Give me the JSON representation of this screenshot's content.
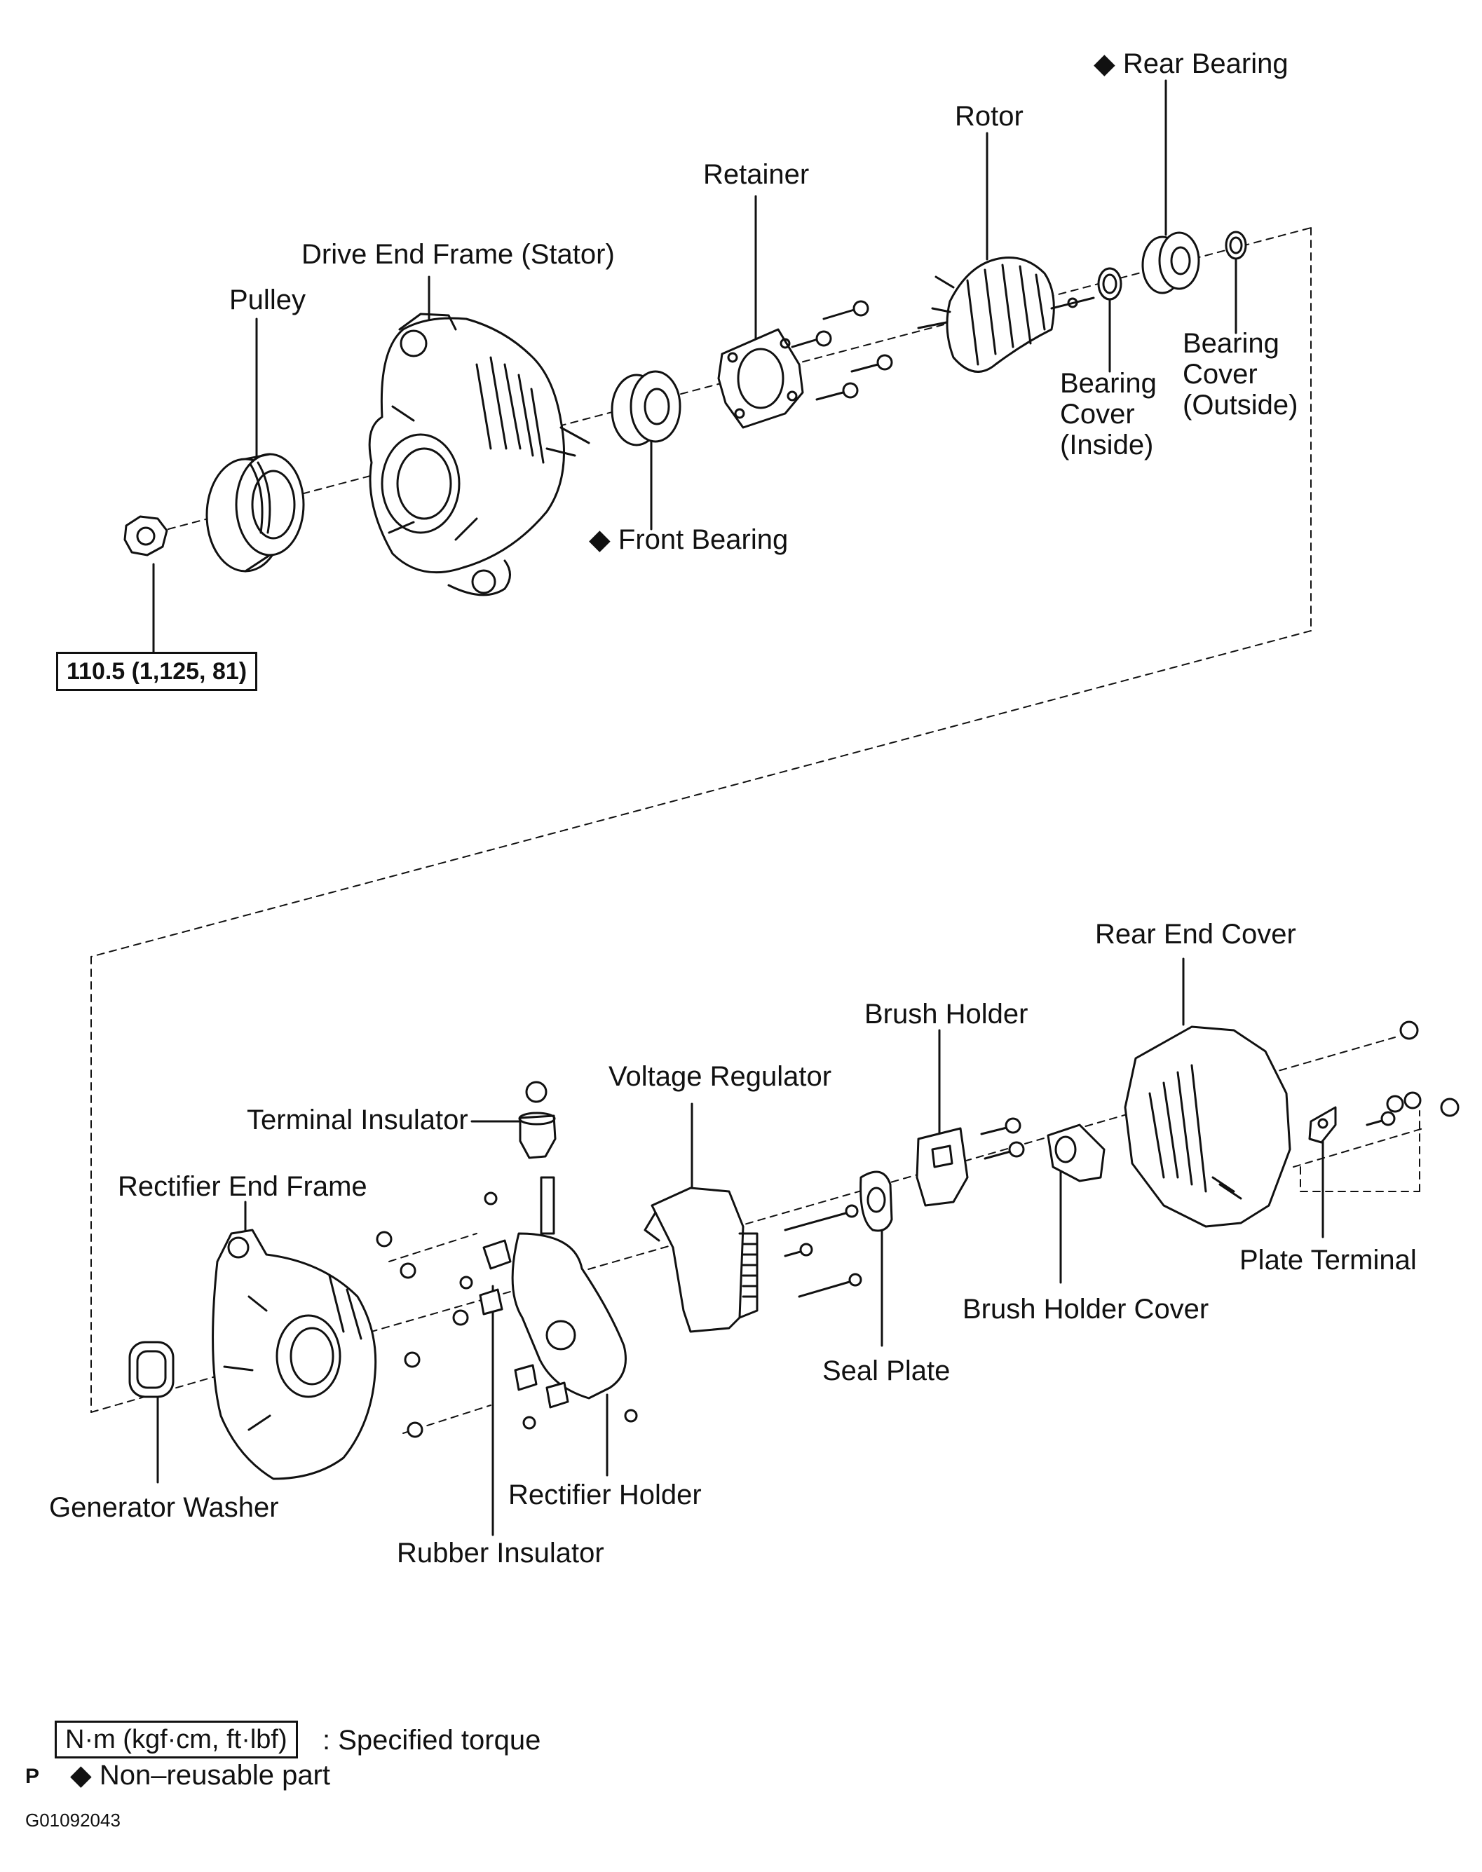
{
  "labels": {
    "rear_bearing": "Rear Bearing",
    "rotor": "Rotor",
    "retainer": "Retainer",
    "drive_end_frame": "Drive End Frame (Stator)",
    "pulley": "Pulley",
    "bearing_cover_outside": "Bearing\nCover\n(Outside)",
    "bearing_cover_inside": "Bearing\nCover\n(Inside)",
    "front_bearing": "Front Bearing",
    "pulley_nut_torque": "110.5 (1,125, 81)",
    "rear_end_cover": "Rear End Cover",
    "brush_holder": "Brush Holder",
    "voltage_regulator": "Voltage Regulator",
    "terminal_insulator": "Terminal Insulator",
    "rectifier_end_frame": "Rectifier End Frame",
    "plate_terminal": "Plate Terminal",
    "brush_holder_cover": "Brush Holder Cover",
    "seal_plate": "Seal Plate",
    "generator_washer": "Generator Washer",
    "rectifier_holder": "Rectifier Holder",
    "rubber_insulator": "Rubber Insulator"
  },
  "legend": {
    "torque_unit": "N·m (kgf·cm, ft·lbf)",
    "torque_desc": ": Specified torque",
    "marker_p": "P",
    "nonreusable": "Non–reusable part"
  },
  "figure_code": "G01092043",
  "non_reusable_marker": "◆"
}
